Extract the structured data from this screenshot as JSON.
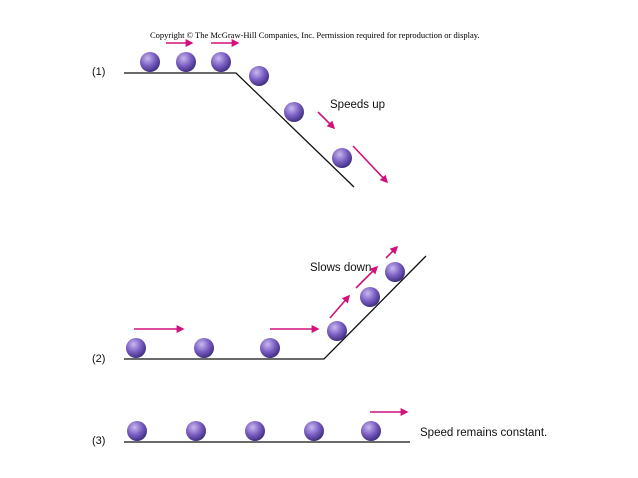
{
  "copyright": "Copyright © The McGraw-Hill Companies, Inc. Permission required for reproduction or display.",
  "colors": {
    "arrow": "#d1127a",
    "ball": "#7a5ec2",
    "ball_highlight": "#c8b9ef",
    "ball_shadow": "#3f2d7e",
    "track": "#111111"
  },
  "panels": [
    {
      "number": "(1)",
      "caption": "Speeds up",
      "ball_count": 6
    },
    {
      "number": "(2)",
      "caption": "Slows down",
      "ball_count": 6
    },
    {
      "number": "(3)",
      "caption": "Speed remains constant.",
      "ball_count": 5
    }
  ]
}
